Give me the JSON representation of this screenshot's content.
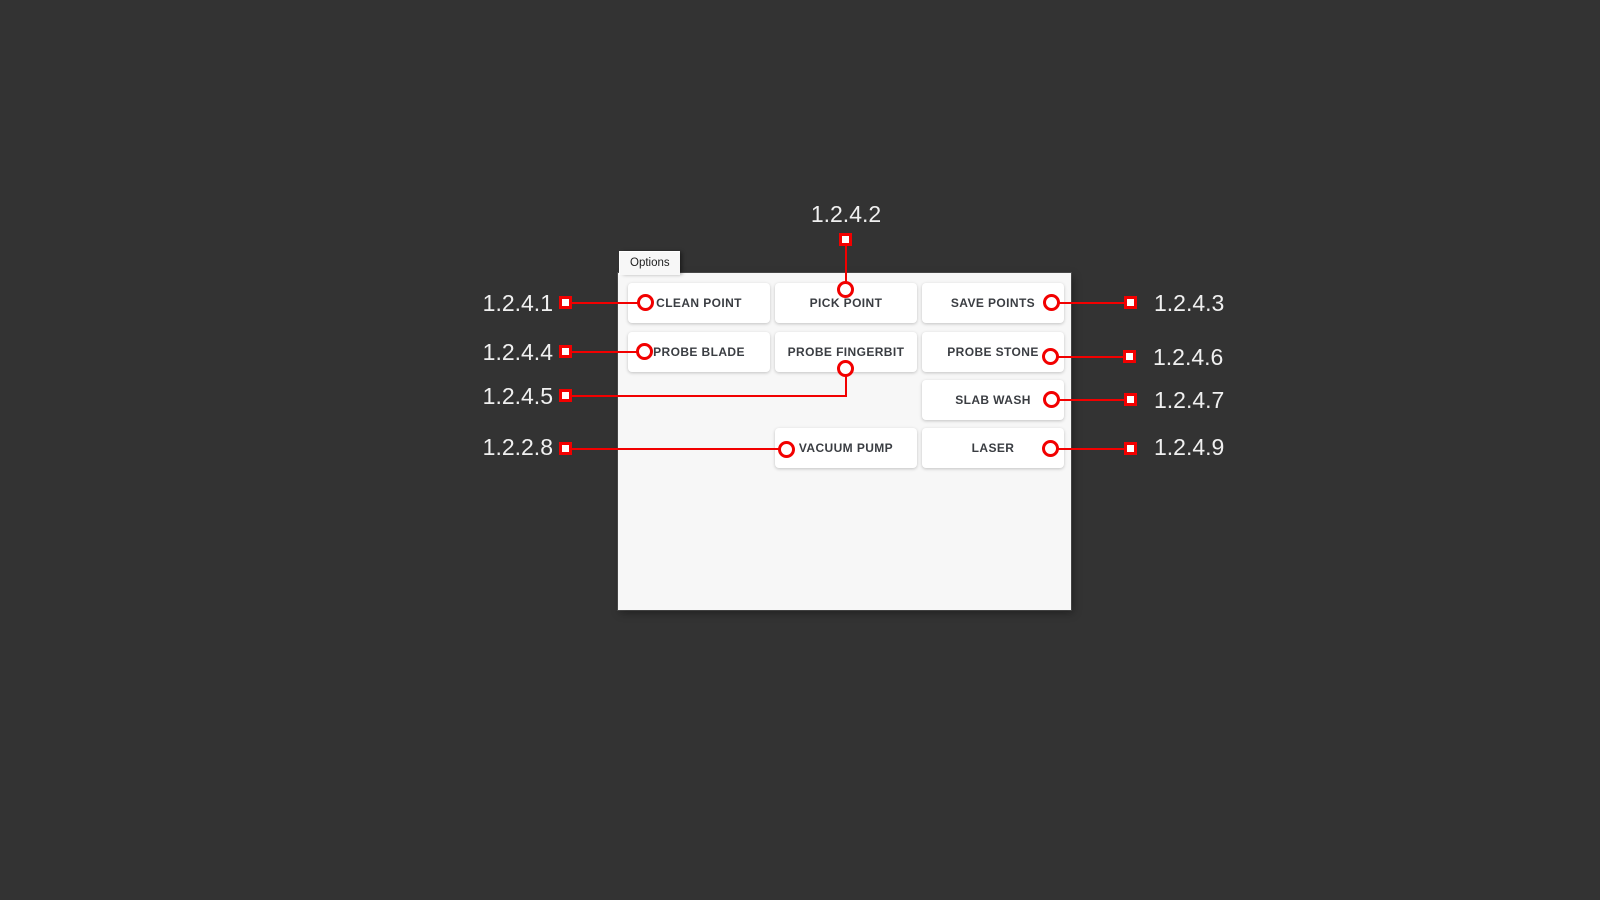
{
  "window": {
    "tab_label": "Options"
  },
  "buttons": [
    {
      "label": "CLEAN POINT"
    },
    {
      "label": "PICK POINT"
    },
    {
      "label": "SAVE POINTS"
    },
    {
      "label": "PROBE BLADE"
    },
    {
      "label": "PROBE FINGERBIT"
    },
    {
      "label": "PROBE STONE"
    },
    {
      "label": "SLAB WASH"
    },
    {
      "label": "VACUUM PUMP"
    },
    {
      "label": "LASER"
    }
  ],
  "annotations": [
    {
      "ref": "1.2.4.1",
      "target": "CLEAN POINT",
      "side": "left"
    },
    {
      "ref": "1.2.4.2",
      "target": "PICK POINT",
      "side": "top"
    },
    {
      "ref": "1.2.4.3",
      "target": "SAVE POINTS",
      "side": "right"
    },
    {
      "ref": "1.2.4.4",
      "target": "PROBE BLADE",
      "side": "left"
    },
    {
      "ref": "1.2.4.5",
      "target": "PROBE FINGERBIT",
      "side": "left"
    },
    {
      "ref": "1.2.4.6",
      "target": "PROBE STONE",
      "side": "right"
    },
    {
      "ref": "1.2.4.7",
      "target": "SLAB WASH",
      "side": "right"
    },
    {
      "ref": "1.2.2.8",
      "target": "VACUUM PUMP",
      "side": "left"
    },
    {
      "ref": "1.2.4.9",
      "target": "LASER",
      "side": "right"
    }
  ],
  "colors": {
    "background": "#333333",
    "panel": "#f7f7f7",
    "button_background": "#ffffff",
    "button_text": "#3a3d42",
    "annotation_red": "#f20000",
    "annotation_label_text": "#f0f0f0",
    "marker_fill": "#ffffff"
  }
}
